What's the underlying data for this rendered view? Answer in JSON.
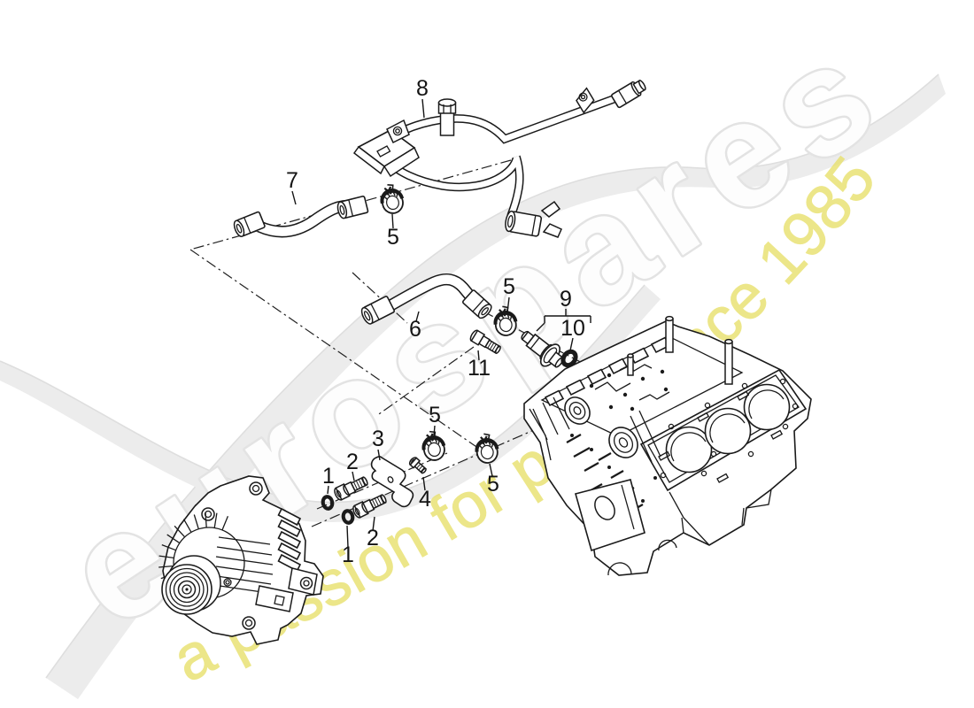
{
  "watermark": {
    "brand": "eurospares",
    "slogan": "a passion for parts since 1985",
    "brand_fill": "#fdfdfd",
    "brand_outline": "#e3e3e3",
    "slogan_color": "#e8e170",
    "swoosh_color": "#ececec"
  },
  "drawing": {
    "line_color": "#1a1a1a",
    "background": "#ffffff",
    "figures": [
      "engine-block",
      "alternator",
      "coolant-pipe-assembly",
      "coolant-hose",
      "coolant-hose-elbow"
    ]
  },
  "callouts": [
    {
      "label": "8",
      "part": "coolant-pipe-assembly"
    },
    {
      "label": "7",
      "part": "coolant-hose"
    },
    {
      "label": "5",
      "part": "hose-clamp"
    },
    {
      "label": "6",
      "part": "coolant-hose-elbow"
    },
    {
      "label": "5",
      "part": "hose-clamp"
    },
    {
      "label": "9",
      "part": "connection-fitting"
    },
    {
      "label": "10",
      "part": "o-ring"
    },
    {
      "label": "11",
      "part": "hex-bolt"
    },
    {
      "label": "1",
      "part": "seal-ring"
    },
    {
      "label": "2",
      "part": "union-screw"
    },
    {
      "label": "3",
      "part": "retaining-bracket"
    },
    {
      "label": "4",
      "part": "screw"
    },
    {
      "label": "5",
      "part": "hose-clamp"
    },
    {
      "label": "5",
      "part": "hose-clamp"
    },
    {
      "label": "2",
      "part": "union-screw"
    },
    {
      "label": "1",
      "part": "seal-ring"
    }
  ]
}
